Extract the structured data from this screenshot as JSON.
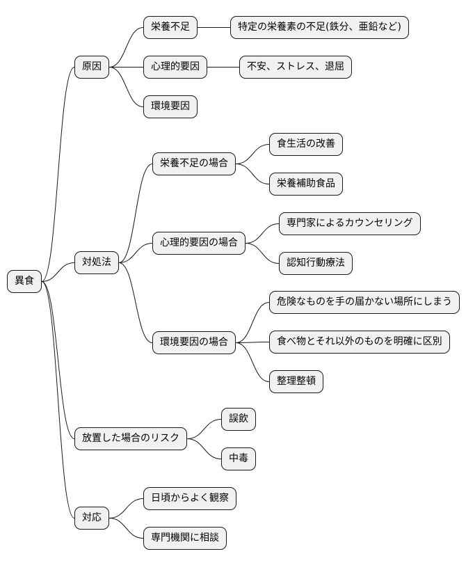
{
  "mindmap": {
    "root": {
      "label": "異食",
      "children": [
        {
          "label": "原因",
          "children": [
            {
              "label": "栄養不足",
              "children": [
                {
                  "label": "特定の栄養素の不足(鉄分、亜鉛など)"
                }
              ]
            },
            {
              "label": "心理的要因",
              "children": [
                {
                  "label": "不安、ストレス、退屈"
                }
              ]
            },
            {
              "label": "環境要因"
            }
          ]
        },
        {
          "label": "対処法",
          "children": [
            {
              "label": "栄養不足の場合",
              "children": [
                {
                  "label": "食生活の改善"
                },
                {
                  "label": "栄養補助食品"
                }
              ]
            },
            {
              "label": "心理的要因の場合",
              "children": [
                {
                  "label": "専門家によるカウンセリング"
                },
                {
                  "label": "認知行動療法"
                }
              ]
            },
            {
              "label": "環境要因の場合",
              "children": [
                {
                  "label": "危険なものを手の届かない場所にしまう"
                },
                {
                  "label": "食べ物とそれ以外のものを明確に区別"
                },
                {
                  "label": "整理整頓"
                }
              ]
            }
          ]
        },
        {
          "label": "放置した場合のリスク",
          "children": [
            {
              "label": "誤飲"
            },
            {
              "label": "中毒"
            }
          ]
        },
        {
          "label": "対応",
          "children": [
            {
              "label": "日頃からよく観察"
            },
            {
              "label": "専門機関に相談"
            }
          ]
        }
      ]
    }
  }
}
